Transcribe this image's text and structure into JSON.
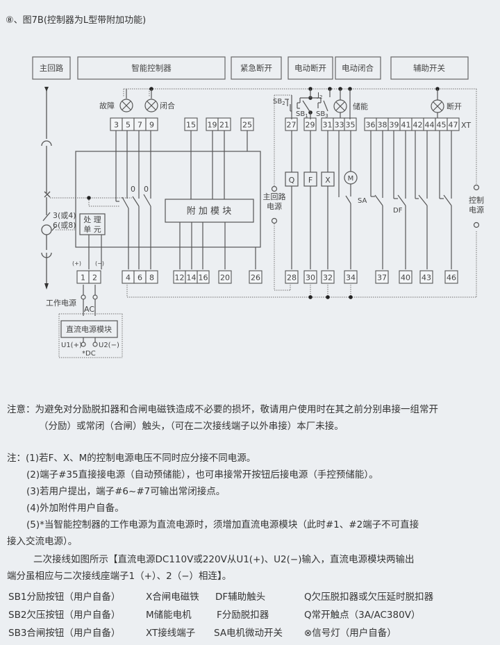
{
  "title": "⑧、图7B(控制器为L型带附加功能)",
  "header_boxes": [
    "主回路",
    "智能控制器",
    "紧急断开",
    "电动断开",
    "电动闭合",
    "辅助开关"
  ],
  "lamps": {
    "fault": "故障",
    "closed": "闭合",
    "charged": "储能",
    "open": "断开"
  },
  "top_terminals_left": [
    "3",
    "5",
    "7",
    "9"
  ],
  "top_terminals_mid": [
    "15",
    "19",
    "21",
    "25"
  ],
  "top_terminals_right": [
    "27",
    "29",
    "31",
    "33",
    "35",
    "36",
    "38",
    "39",
    "41",
    "42",
    "44",
    "45",
    "47"
  ],
  "xt_label": "XT",
  "bottom_terminals": [
    "1",
    "2",
    "4",
    "6",
    "8",
    "12",
    "14",
    "16",
    "20",
    "26",
    "28",
    "30",
    "32",
    "34",
    "37",
    "40",
    "43",
    "46"
  ],
  "components": {
    "Q": "Q",
    "F": "F",
    "X": "X",
    "M": "M",
    "SA": "SA",
    "DF": "DF"
  },
  "switch_labels": {
    "SB1": "SB",
    "SB2": "SB",
    "SB3": "SB",
    "J2": "J",
    "sub1": "1",
    "sub2": "2",
    "sub3": "3",
    "zero": "0"
  },
  "module_label": "附 加 模 块",
  "processor_label": [
    "处 理",
    "单 元"
  ],
  "ct_labels": [
    "3(或4)",
    "6(或8)"
  ],
  "polarity": [
    "(+)",
    "(−)"
  ],
  "main_power": [
    "主回路",
    "电源"
  ],
  "control_power": [
    "控制",
    "电源"
  ],
  "work_power": "工作电源",
  "ac_label": "AC",
  "dc_module": "直流电源模块",
  "u1": "U1(+)",
  "u2": "U2(−)",
  "dc_label": "*DC",
  "caution": {
    "line1": "注意：为避免对分励脱扣器和合闸电磁铁造成不必要的损坏，敬请用户使用时在其之前分别串接一组常开",
    "line2": "（分励）或常闭（合闸）触头，（可在二次接线端子以外串接）本厂未接。"
  },
  "notes": [
    "注：(1)若F、X、M的控制电源电压不同时应分接不同电源。",
    "(2)端子#35直接接电源（自动预储能），也可串接常开按钮后接电源（手控预储能）。",
    "(3)若用户提出，端子#6~#7可输出常闭接点。",
    "(4)外加附件用户自备。",
    "(5)*当智能控制器的工作电源为直流电源时，须增加直流电源模块（此时#1、#2端子不可直接",
    "接入交流电源）。",
    "二次接线如图所示【直流电源DC110V或220V从U1(+)、U2(−)输入，直流电源模块两输出",
    "端分虽相应与二次接线座端子1（+）、2（−）相连】。"
  ],
  "legend": [
    [
      "SB1分励按钮（用户自备）",
      "X合闸电磁铁",
      "DF辅助触头",
      "Q欠压脱扣器或欠压延时脱扣器"
    ],
    [
      "SB2欠压按钮（用户自备）",
      "M储能电机",
      "F分励脱扣器",
      "Q常开触点（3A/AC380V）"
    ],
    [
      "SB3合闸按钮（用户自备）",
      "XT接线端子",
      "SA电机微动开关",
      "⊗信号灯（用户自备）"
    ]
  ]
}
